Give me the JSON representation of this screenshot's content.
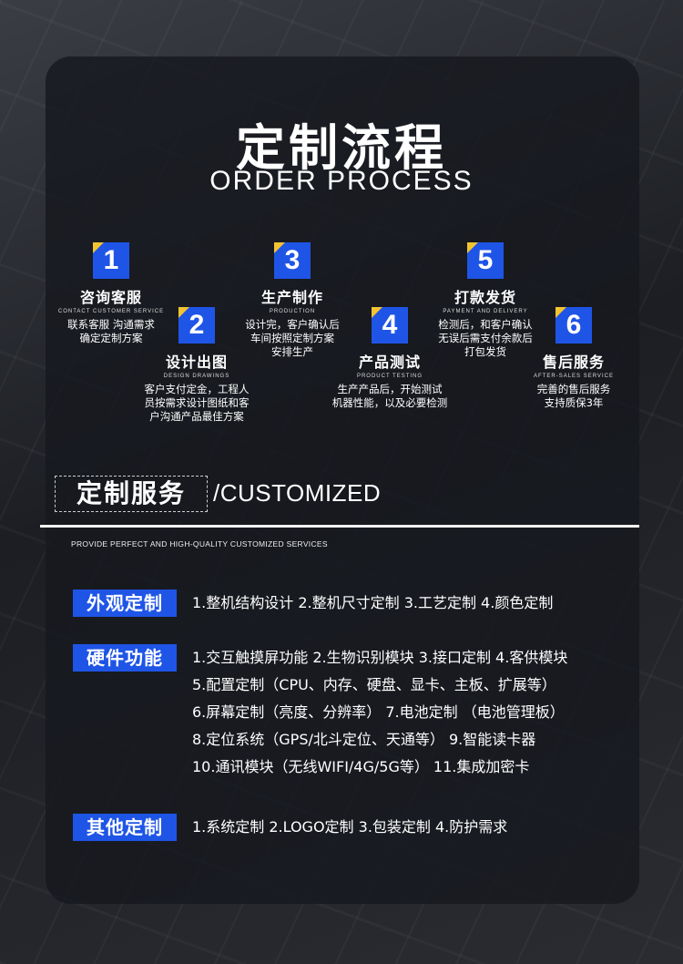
{
  "header": {
    "title_cn": "定制流程",
    "title_en": "ORDER PROCESS"
  },
  "steps": [
    {
      "num": "1",
      "title": "咨询客服",
      "en": "CONTACT CUSTOMER SERVICE",
      "desc": [
        "联系客服 沟通需求",
        "确定定制方案"
      ]
    },
    {
      "num": "2",
      "title": "设计出图",
      "en": "DESIGN DRAWINGS",
      "desc": [
        "客户支付定金，工程人",
        "员按需求设计图纸和客",
        "户沟通产品最佳方案"
      ]
    },
    {
      "num": "3",
      "title": "生产制作",
      "en": "PRODUCTION",
      "desc": [
        "设计完，客户确认后",
        "车间按照定制方案",
        "安排生产"
      ]
    },
    {
      "num": "4",
      "title": "产品测试",
      "en": "PRODUCT TESTING",
      "desc": [
        "生产产品后，开始测试",
        "机器性能，以及必要检测"
      ]
    },
    {
      "num": "5",
      "title": "打款发货",
      "en": "PAYMENT AND DELIVERY",
      "desc": [
        "检测后，和客户确认",
        "无误后需支付余款后",
        "打包发货"
      ]
    },
    {
      "num": "6",
      "title": "售后服务",
      "en": "AFTER-SALES SERVICE",
      "desc": [
        "完善的售后服务",
        "支持质保3年"
      ]
    }
  ],
  "service": {
    "title_cn": "定制服务",
    "title_en": "/CUSTOMIZED",
    "subtitle": "PROVIDE PERFECT AND HIGH-QUALITY CUSTOMIZED SERVICES",
    "categories": [
      {
        "label": "外观定制",
        "items": [
          "1.整机结构设计  2.整机尺寸定制  3.工艺定制  4.颜色定制"
        ]
      },
      {
        "label": "硬件功能",
        "items": [
          "1.交互触摸屏功能  2.生物识别模块  3.接口定制  4.客供模块",
          "5.配置定制（CPU、内存、硬盘、显卡、主板、扩展等）",
          "6.屏幕定制（亮度、分辨率）  7.电池定制 （电池管理板）",
          "8.定位系统（GPS/北斗定位、天通等） 9.智能读卡器",
          "10.通讯模块（无线WIFI/4G/5G等） 11.集成加密卡"
        ]
      },
      {
        "label": "其他定制",
        "items": [
          "1.系统定制  2.LOGO定制  3.包装定制  4.防护需求"
        ]
      }
    ]
  },
  "colors": {
    "accent_blue": "#1f55e6",
    "accent_yellow": "#f4c430"
  }
}
